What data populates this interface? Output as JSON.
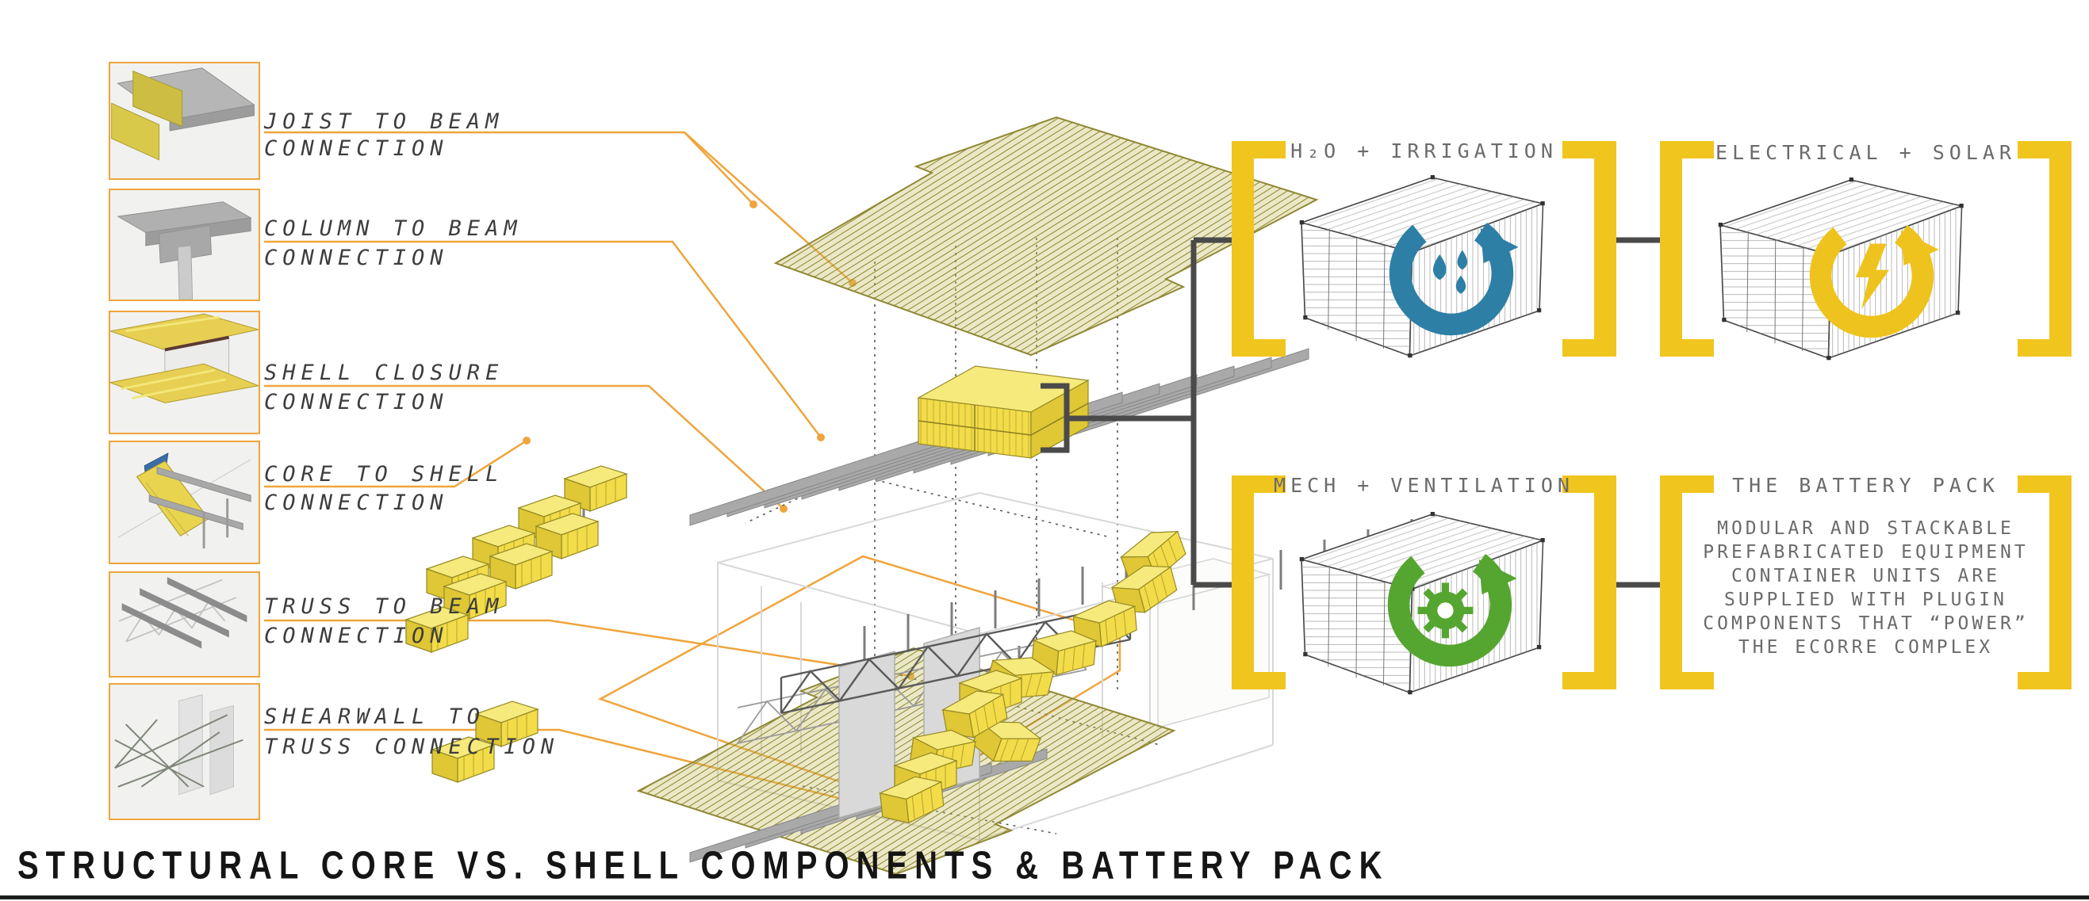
{
  "title": "STRUCTURAL CORE VS. SHELL COMPONENTS & BATTERY PACK",
  "sidebar": {
    "items": [
      {
        "line1": "JOIST TO BEAM",
        "line2": "CONNECTION"
      },
      {
        "line1": "COLUMN TO BEAM",
        "line2": "CONNECTION"
      },
      {
        "line1": "SHELL CLOSURE",
        "line2": "CONNECTION"
      },
      {
        "line1": "CORE TO SHELL",
        "line2": "CONNECTION"
      },
      {
        "line1": "TRUSS TO BEAM",
        "line2": "CONNECTION"
      },
      {
        "line1": "SHEARWALL TO",
        "line2": "TRUSS CONNECTION"
      }
    ]
  },
  "battery_units": [
    {
      "label": "H₂O + IRRIGATION",
      "icon": "water-recycle-icon",
      "color": "#2E7FA6"
    },
    {
      "label": "ELECTRICAL + SOLAR",
      "icon": "lightning-recycle-icon",
      "color": "#EFC31D"
    },
    {
      "label": "MECH + VENTILATION",
      "icon": "gear-recycle-icon",
      "color": "#55A630"
    },
    {
      "label": "THE BATTERY PACK",
      "icon": "none",
      "color": "#F0C51E"
    }
  ],
  "battery_pack_text": {
    "lines": [
      "MODULAR AND STACKABLE",
      "PREFABRICATED EQUIPMENT",
      "CONTAINER UNITS ARE",
      "SUPPLIED WITH PLUGIN",
      "COMPONENTS THAT “POWER”",
      "THE ECORRE COMPLEX"
    ]
  },
  "colors": {
    "accent": "#EFA53C",
    "bracket_yellow": "#F0C51E",
    "connector_gray": "#4A4A4A",
    "water_blue": "#2E7FA6",
    "solar_yellow": "#EFC31D",
    "vent_green": "#55A630",
    "label_gray": "#6B6B6B",
    "olive": "#8F8834",
    "module_yellow": "#F2DC49"
  }
}
